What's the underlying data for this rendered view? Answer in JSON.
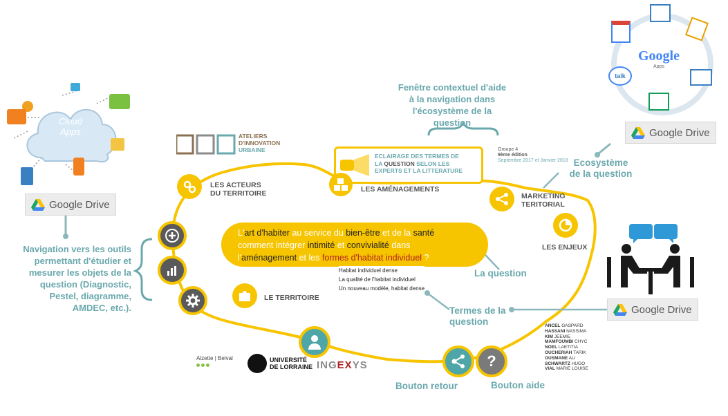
{
  "left_panel": {
    "cloud_label_line1": "Cloud",
    "cloud_label_line2": "Apps",
    "gdrive_label": "Google Drive",
    "nav_text_lines": [
      "Navigation vers les outils",
      "permettant d'étudier et",
      "mesurer les objets de la",
      "question  (Diagnostic,",
      "Pestel, diagramme,",
      "AMDEC, etc.)."
    ]
  },
  "top_right": {
    "google_logo": "Google",
    "apps_label": "Apps",
    "talk_label": "talk",
    "gdrive_label": "Google Drive"
  },
  "aiu_logo": {
    "line1": "ATELIERS",
    "line2": "D'INNOVATION",
    "line3": "URBAINE"
  },
  "context_help": {
    "lines": [
      "Fenêtre contextuel d'aide",
      "à la navigation dans",
      "l'écosystème de la",
      "question"
    ]
  },
  "lighting_box": {
    "line1_a": "ECLAIRAGE DES TERMES DE",
    "line2_a": "LA ",
    "line2_b": "QUESTION",
    "line2_c": " SELON LES",
    "line3": "EXPERTS ET LA LITTERATURE"
  },
  "group_info": {
    "line1": "Groupe 4",
    "line2": "9ème édition",
    "line3": "Septembre 2017 et Janvier 2018"
  },
  "nodes": {
    "acteurs": [
      "LES ACTEURS",
      "DU TERRITOIRE"
    ],
    "amenagements": "LES AMÉNAGEMENTS",
    "marketing": [
      "MARKETING",
      "TERITORIAL"
    ],
    "enjeux": "LES ENJEUX",
    "territoire": "LE TERRITOIRE"
  },
  "question": {
    "line1": [
      {
        "t": "L'",
        "c": "w"
      },
      {
        "t": "art d'habiter",
        "c": "b"
      },
      {
        "t": " au service du ",
        "c": "w"
      },
      {
        "t": "bien-être",
        "c": "b"
      },
      {
        "t": " et de la ",
        "c": "w"
      },
      {
        "t": "santé",
        "c": "b"
      }
    ],
    "line2": [
      {
        "t": "comment intégrer ",
        "c": "w"
      },
      {
        "t": "intimité",
        "c": "b"
      },
      {
        "t": " et ",
        "c": "w"
      },
      {
        "t": "convivialité",
        "c": "b"
      },
      {
        "t": " dans",
        "c": "w"
      }
    ],
    "line3": [
      {
        "t": "l'",
        "c": "w"
      },
      {
        "t": "aménagement",
        "c": "b"
      },
      {
        "t": " et les ",
        "c": "w"
      },
      {
        "t": "formes d'habitat individuel",
        "c": "r"
      },
      {
        "t": " ?",
        "c": "w"
      }
    ],
    "sub_items": [
      "Habitat individuel dense",
      "La qualité de l'habitat individuel",
      "Un nouveau modèle, habitat dense"
    ]
  },
  "annotations": {
    "ecosysteme": [
      "Ecosystème",
      "de la question"
    ],
    "la_question": "La question",
    "termes": [
      "Termes de la",
      "question"
    ],
    "bouton_retour": "Bouton retour",
    "bouton_aide": "Bouton aide"
  },
  "right_gdrive_label": "Google Drive",
  "names": [
    {
      "last": "ANCEL",
      "first": "GASPARD"
    },
    {
      "last": "HASSANI",
      "first": "NASSIMA"
    },
    {
      "last": "KIM",
      "first": "JEEMIE"
    },
    {
      "last": "MAMFOUMBI",
      "first": "CHYC"
    },
    {
      "last": "NOEL",
      "first": "LAETITIA"
    },
    {
      "last": "OUCHERIAH",
      "first": "TARIK"
    },
    {
      "last": "OUSMANE",
      "first": "ALI"
    },
    {
      "last": "SCHWARTZ",
      "first": "HUGO"
    },
    {
      "last": "VIAL",
      "first": "MARIE LOUISE"
    }
  ],
  "logos": {
    "alzette": "Alzette",
    "belval": "Belval",
    "universite_line1": "UNIVERSITÉ",
    "universite_line2": "DE LORRAINE",
    "ingexys": "INGEXYS",
    "ingexys_parts": [
      "ING",
      "EX",
      "YS"
    ]
  },
  "help_symbol": "?",
  "colors": {
    "yellow": "#f7c400",
    "teal": "#6aa8ad",
    "dark_node": "#5a5a5a",
    "red_text": "#b02020"
  }
}
